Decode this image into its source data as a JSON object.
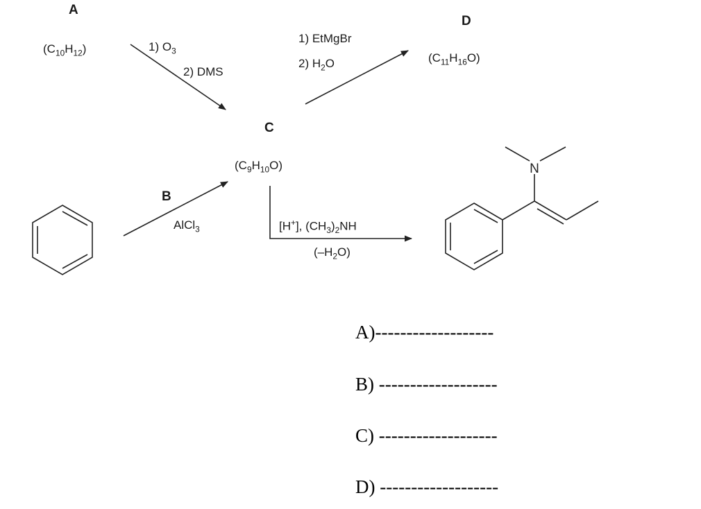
{
  "compounds": {
    "a": {
      "label": "A",
      "formula": "(C10H12)"
    },
    "c": {
      "label": "C",
      "formula": "(C9H10O)"
    },
    "d": {
      "label": "D",
      "formula": "(C11H16O)"
    },
    "b": {
      "label": "B"
    }
  },
  "conditions": {
    "ozonolysis_step1": "1) O3",
    "ozonolysis_step2": "2) DMS",
    "grignard_step1": "1) EtMgBr",
    "grignard_step2": "2) H2O",
    "friedel_crafts_catalyst": "AlCl3",
    "enamine_reagents": "[H+], (CH3)2NH",
    "enamine_byproduct": "(–H2O)"
  },
  "product_atom_label": "N",
  "answers": [
    {
      "key": "A)",
      "blank": "-------------------"
    },
    {
      "key": "B)",
      "blank": "-------------------"
    },
    {
      "key": "C)",
      "blank": "-------------------"
    },
    {
      "key": "D)",
      "blank": "-------------------"
    }
  ]
}
